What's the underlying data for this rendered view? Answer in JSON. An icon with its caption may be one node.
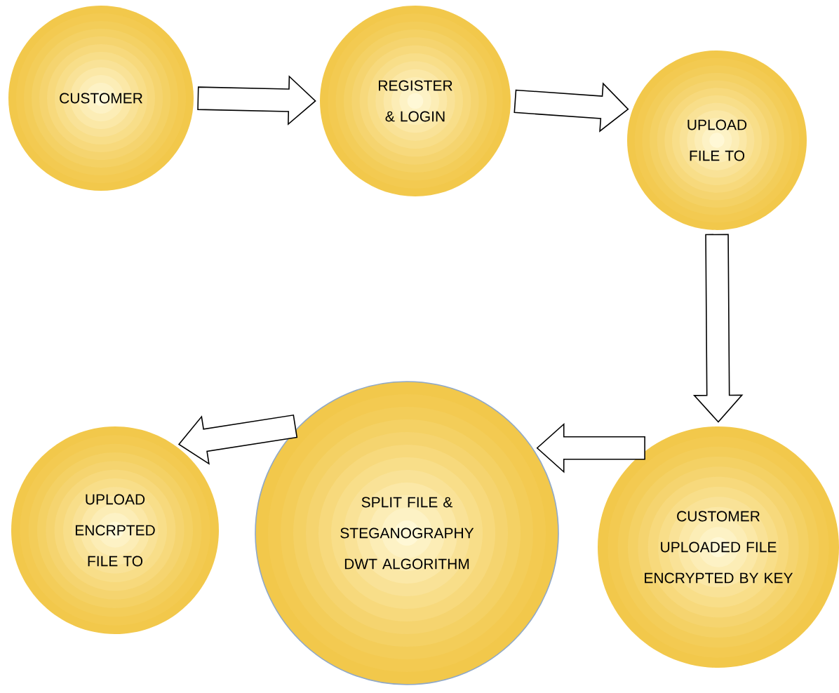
{
  "diagram": {
    "nodes": [
      {
        "text": [
          "CUSTOMER"
        ]
      },
      {
        "text": [
          "REGISTER & LOGIN"
        ]
      },
      {
        "text": [
          "UPLOAD FILE TO"
        ]
      },
      {
        "text": [
          "CUSTOMER UPLOADED FILE ENCRYPTED BY KEY"
        ]
      },
      {
        "text": [
          "SPLIT FILE & STEGANOGRAPHY DWT ALGORITHM"
        ]
      },
      {
        "text": [
          "UPLOAD ENCRPTED FILE TO"
        ]
      }
    ],
    "edges": [
      {
        "from": 0,
        "to": 1,
        "arrow": "to"
      },
      {
        "from": 1,
        "to": 2,
        "arrow": "to"
      },
      {
        "from": 2,
        "to": 3,
        "arrow": "to"
      },
      {
        "from": 3,
        "to": 4,
        "arrow": "to"
      },
      {
        "from": 4,
        "to": 5,
        "arrow": "to"
      }
    ]
  }
}
